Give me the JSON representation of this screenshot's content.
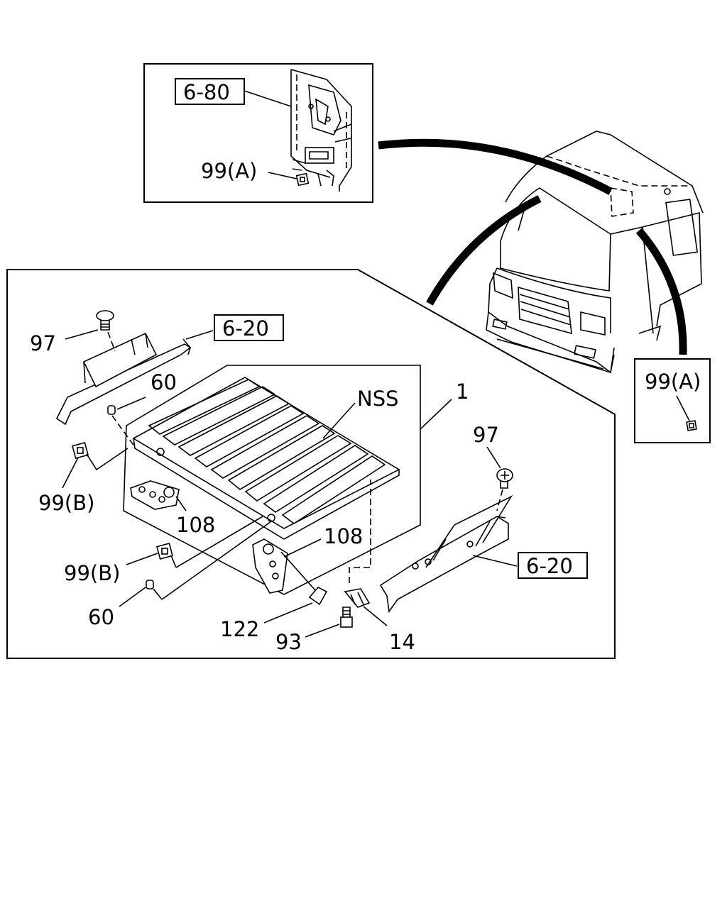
{
  "diagram": {
    "references": {
      "ref_6_80": "6-80",
      "ref_6_20_left": "6-20",
      "ref_6_20_right": "6-20"
    },
    "callouts": {
      "p99a_inset": "99(A)",
      "p99a_right": "99(A)",
      "p97_left": "97",
      "p97_right": "97",
      "p60_top": "60",
      "p60_bottom": "60",
      "nss": "NSS",
      "p1": "1",
      "p99b_top": "99(B)",
      "p99b_bottom": "99(B)",
      "p108_left": "108",
      "p108_right": "108",
      "p122": "122",
      "p93": "93",
      "p14": "14"
    }
  }
}
